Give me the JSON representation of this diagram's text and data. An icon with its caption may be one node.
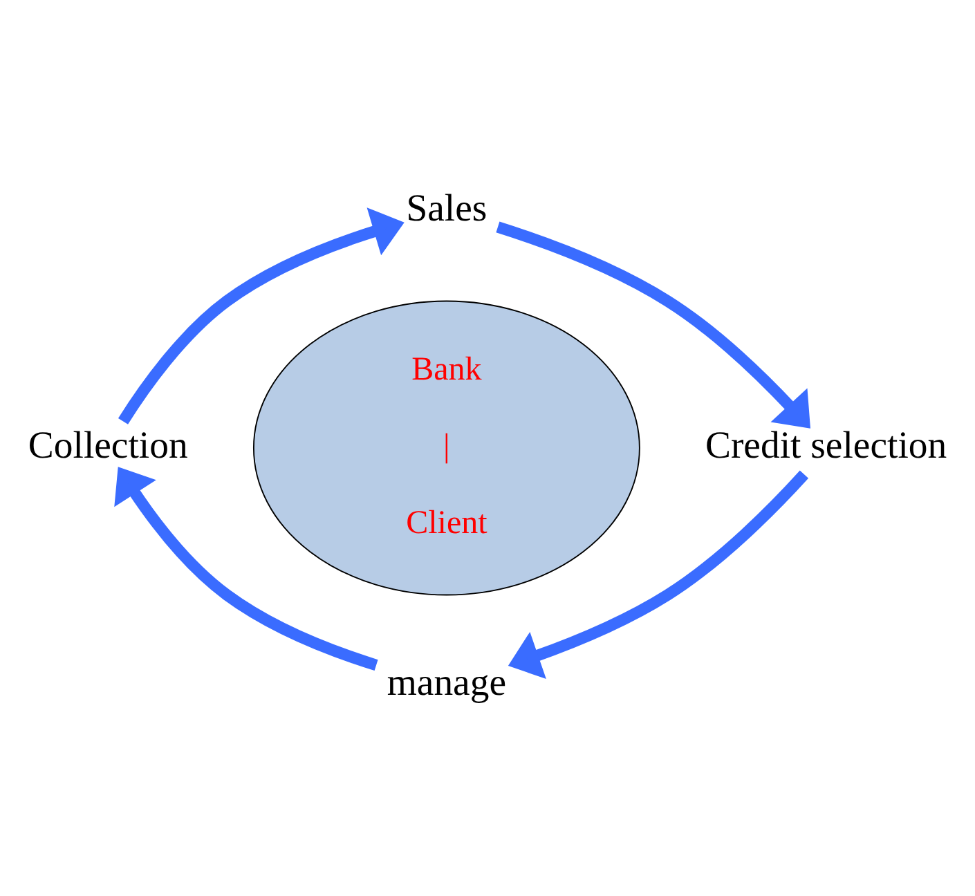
{
  "diagram": {
    "nodes": [
      {
        "text": [
          "Sales"
        ]
      },
      {
        "text": [
          "Collection"
        ]
      },
      {
        "text": [
          "Bank",
          "|",
          "Client"
        ]
      },
      {
        "text": [
          "Credit selection"
        ]
      },
      {
        "text": [
          "manage"
        ]
      }
    ],
    "edges": [
      {
        "from": 0,
        "to": 3,
        "arrow": "to"
      },
      {
        "from": 3,
        "to": 4,
        "arrow": "to"
      },
      {
        "from": 4,
        "to": 1,
        "arrow": "to"
      },
      {
        "from": 1,
        "to": 0,
        "arrow": "to"
      }
    ]
  }
}
